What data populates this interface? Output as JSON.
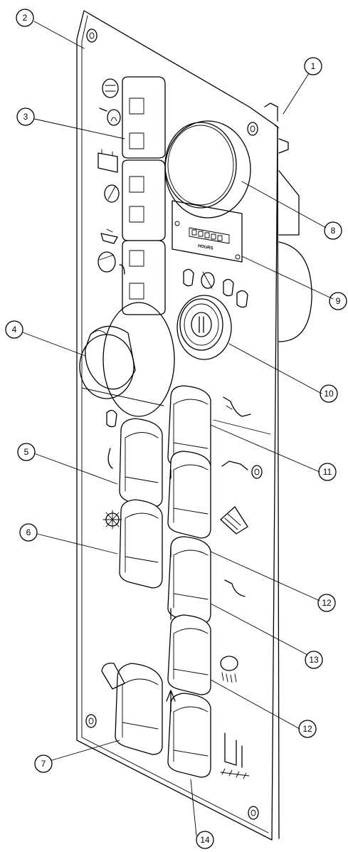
{
  "callouts": [
    {
      "id": "c1",
      "number": "1"
    },
    {
      "id": "c2",
      "number": "2"
    },
    {
      "id": "c3",
      "number": "3"
    },
    {
      "id": "c4",
      "number": "4"
    },
    {
      "id": "c5",
      "number": "5"
    },
    {
      "id": "c6",
      "number": "6"
    },
    {
      "id": "c7",
      "number": "7"
    },
    {
      "id": "c8",
      "number": "8"
    },
    {
      "id": "c9",
      "number": "9"
    },
    {
      "id": "c10",
      "number": "10"
    },
    {
      "id": "c11",
      "number": "11"
    },
    {
      "id": "c12a",
      "number": "12"
    },
    {
      "id": "c13",
      "number": "13"
    },
    {
      "id": "c12b",
      "number": "12"
    },
    {
      "id": "c14",
      "number": "14"
    }
  ],
  "hour_meter": {
    "label": "HOURS"
  },
  "colors": {
    "line": "#000000",
    "background": "#ffffff"
  }
}
